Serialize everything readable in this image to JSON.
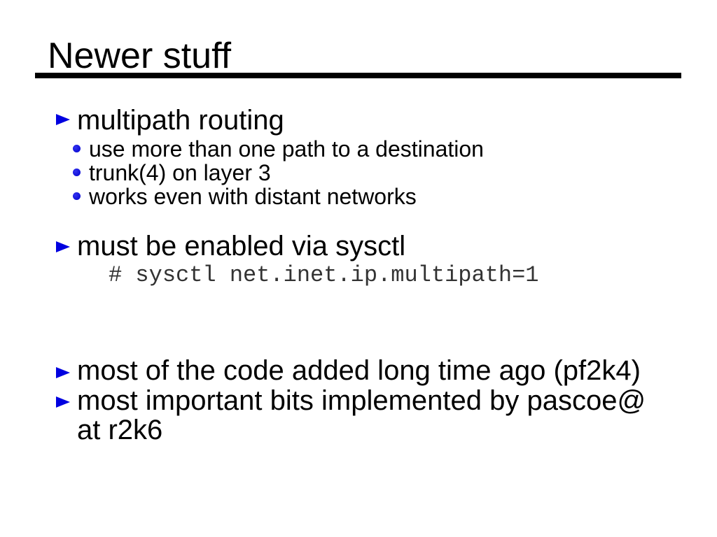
{
  "slide": {
    "title": "Newer stuff",
    "bullets": {
      "b1": "multipath routing",
      "b1_subs": [
        "use more than one path to a destination",
        "trunk(4) on layer 3",
        "works even with distant networks"
      ],
      "b2": "must be enabled via sysctl",
      "code": "# sysctl net.inet.ip.multipath=1",
      "b3": "most of the code added long time ago (pf2k4)",
      "b4": "most important bits implemented by pascoe@ at r2k6"
    },
    "colors": {
      "bullet_blue": "#0000e0",
      "text": "#000000",
      "code_text": "#333333",
      "underline": "#000000",
      "background": "#ffffff"
    }
  }
}
